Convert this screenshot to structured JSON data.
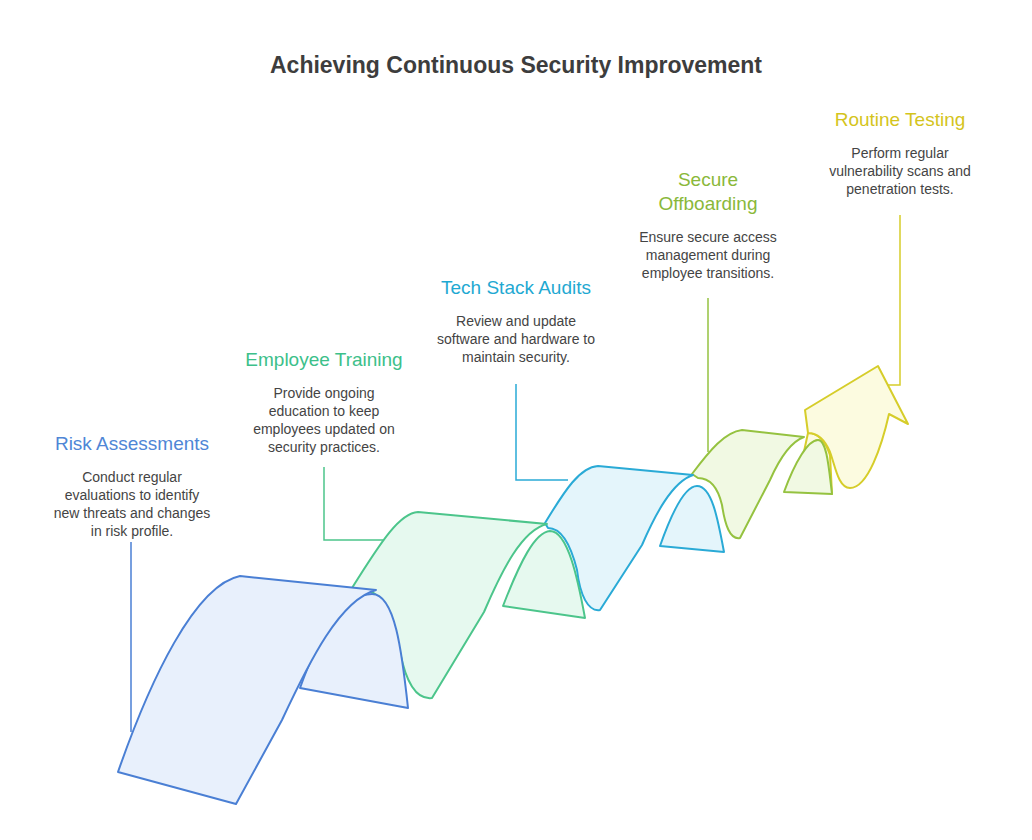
{
  "diagram": {
    "title": "Achieving Continuous Security Improvement",
    "nodes": [
      {
        "text": [
          "Risk Assessments",
          "Conduct regular evaluations to identify new threats and changes in risk profile."
        ]
      },
      {
        "text": [
          "Employee Training",
          "Provide ongoing education to keep employees updated on security practices."
        ]
      },
      {
        "text": [
          "Tech Stack Audits",
          "Review and update software and hardware to maintain security."
        ]
      },
      {
        "text": [
          "Secure Offboarding",
          "Ensure secure access management during employee transitions."
        ]
      },
      {
        "text": [
          "Routine Testing",
          "Perform regular vulnerability scans and penetration tests."
        ]
      }
    ]
  }
}
